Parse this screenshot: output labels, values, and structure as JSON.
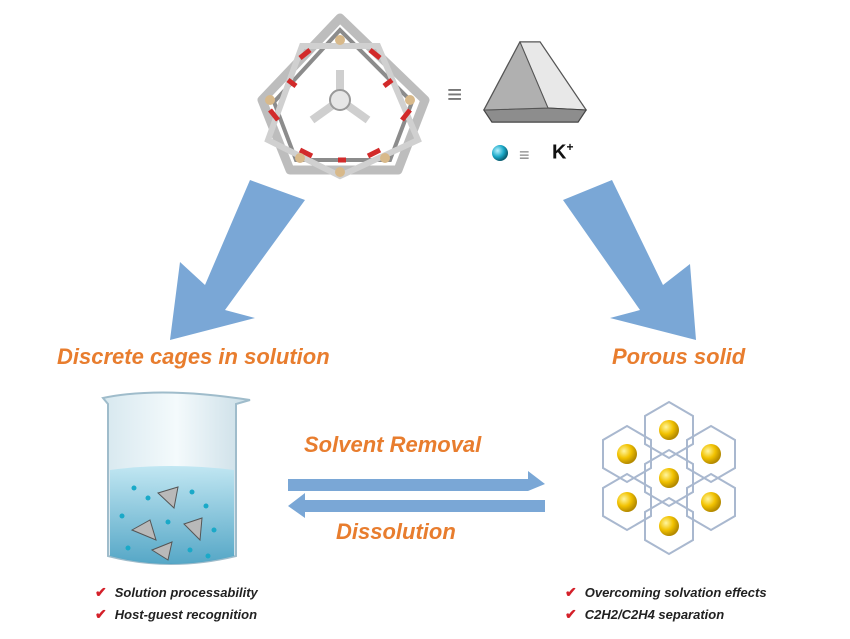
{
  "labels": {
    "left_title": "Discrete cages in solution",
    "right_title": "Porous solid",
    "forward_arrow": "Solvent Removal",
    "reverse_arrow": "Dissolution",
    "equiv_symbol": "≡",
    "ion_symbol": "K",
    "ion_charge": "+"
  },
  "left_features": [
    {
      "check": "✔",
      "text": "Solution processability"
    },
    {
      "check": "✔",
      "text": "Host-guest recognition"
    }
  ],
  "right_features": [
    {
      "check": "✔",
      "text": "Overcoming solvation effects"
    },
    {
      "check": "✔",
      "text": "C2H2/C2H4 separation"
    }
  ],
  "colors": {
    "accent_orange": "#e87d2e",
    "arrow_blue": "#7aa7d6",
    "check_red": "#d4202a",
    "sphere_yellow": "#f2c200",
    "ion_cyan": "#1aa9c8",
    "hex_outline": "#a9b8cf"
  },
  "icons": [
    "cage-molecule",
    "truncated-tetrahedron-icon",
    "potassium-ion-icon",
    "beaker-icon",
    "honeycomb-lattice"
  ]
}
